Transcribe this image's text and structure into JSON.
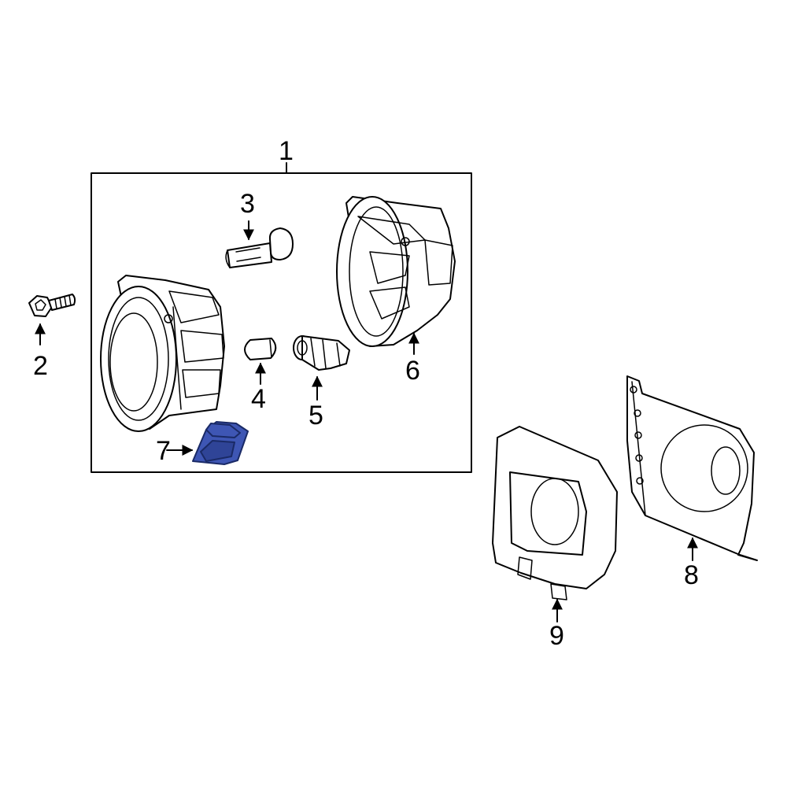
{
  "colors": {
    "line": "#000000",
    "background": "#ffffff",
    "highlight_fill": "#3e56b4",
    "highlight_stroke": "#1a2a66"
  },
  "callouts": [
    "1",
    "2",
    "3",
    "4",
    "5",
    "6",
    "7",
    "8",
    "9"
  ]
}
